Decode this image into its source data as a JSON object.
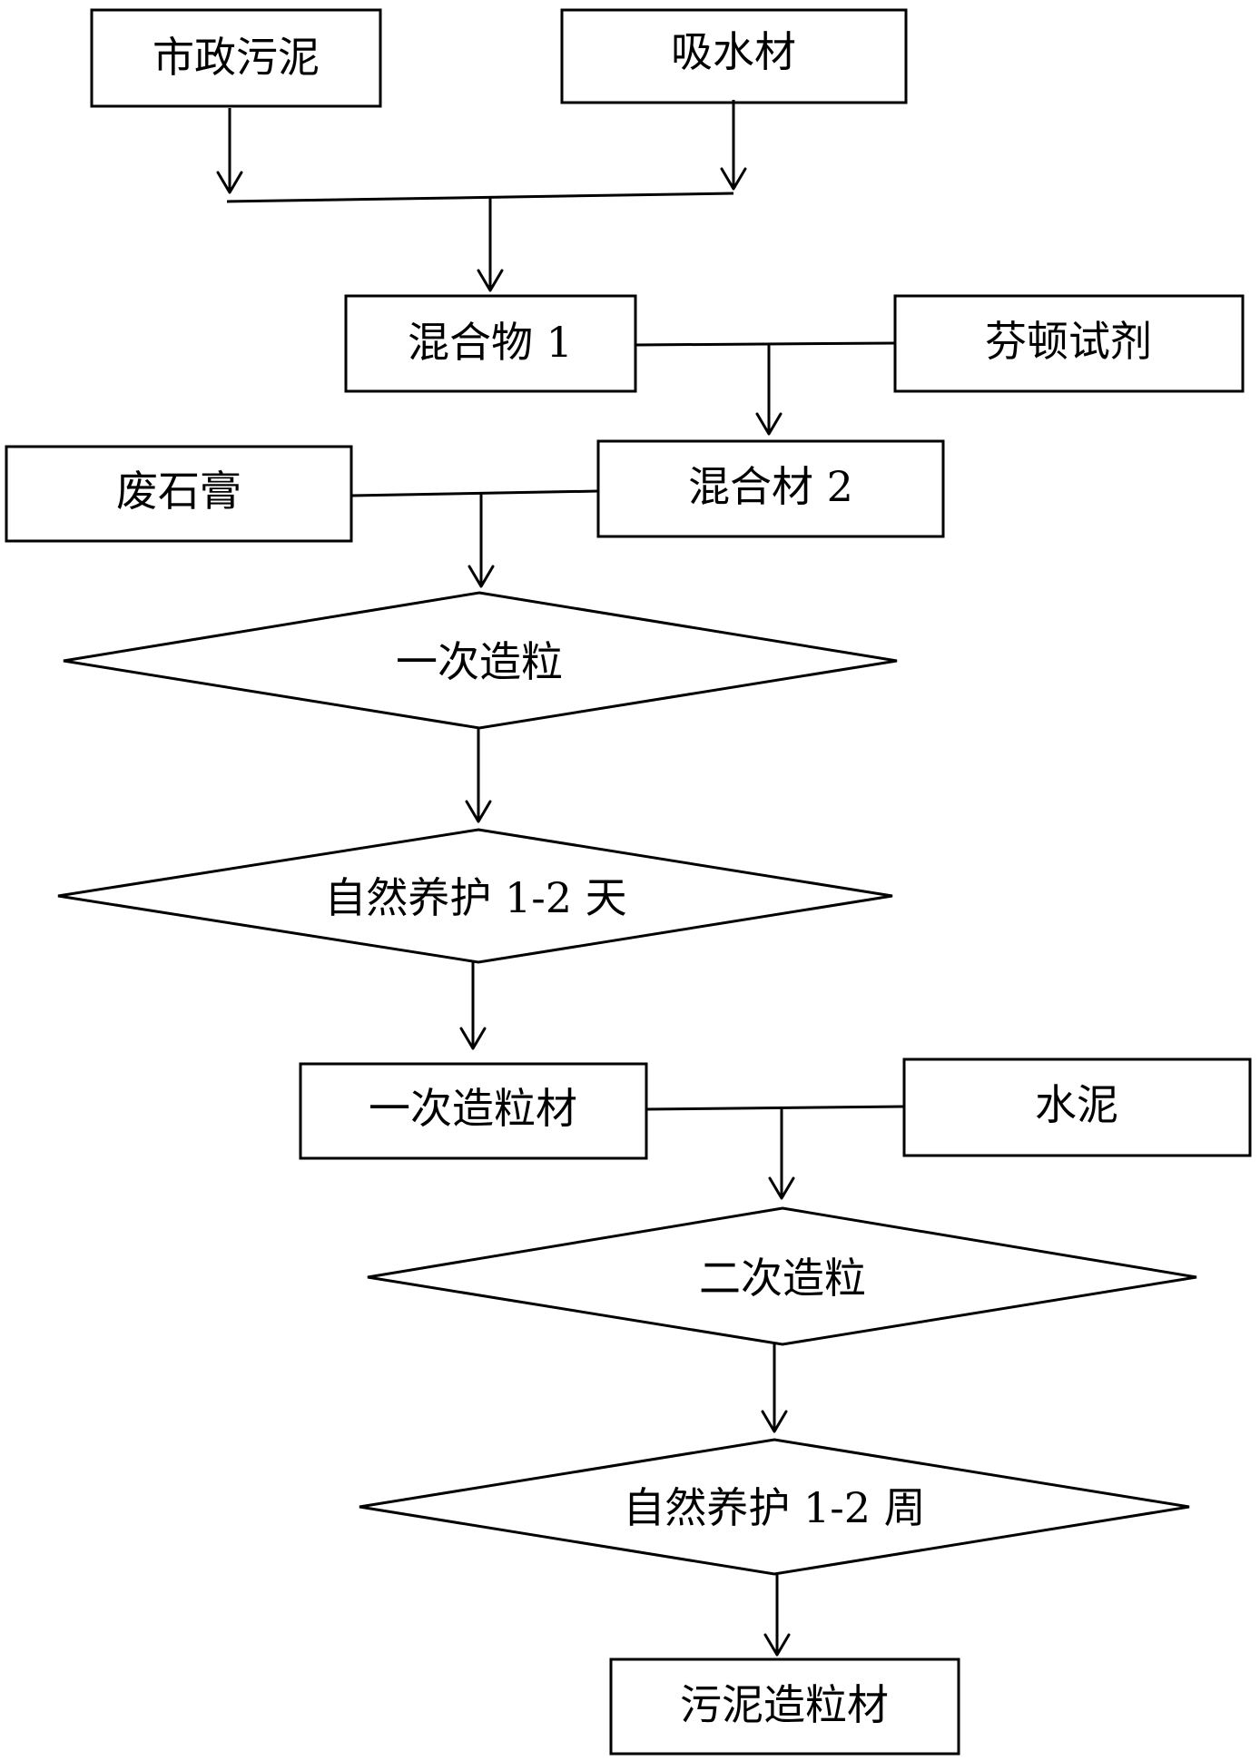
{
  "diagram": {
    "nodes": {
      "municipal_sludge": "市政污泥",
      "water_absorbent": "吸水材",
      "mixture_1": "混合物 1",
      "fenton_reagent": "芬顿试剂",
      "waste_gypsum": "废石膏",
      "mixed_material_2": "混合材 2",
      "primary_granulation": "一次造粒",
      "natural_curing_days": "自然养护 1-2 天",
      "primary_granulated_material": "一次造粒材",
      "cement": "水泥",
      "secondary_granulation": "二次造粒",
      "natural_curing_weeks": "自然养护 1-2 周",
      "sludge_granulated_material": "污泥造粒材"
    }
  }
}
